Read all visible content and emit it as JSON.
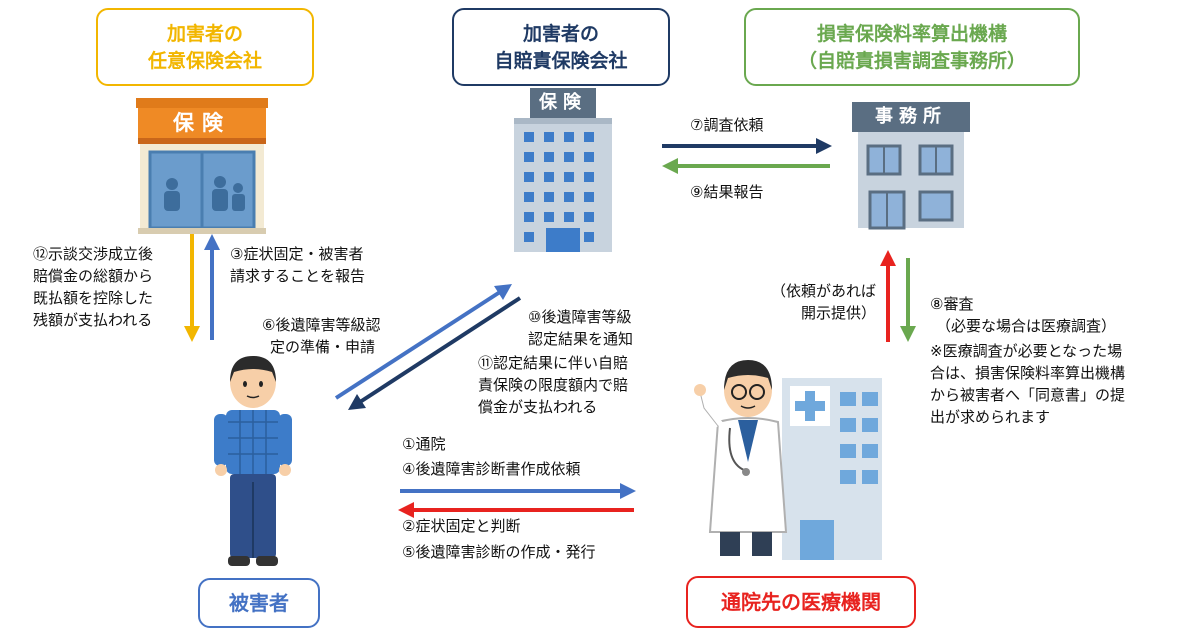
{
  "parties": {
    "voluntary_insurer": {
      "line1": "加害者の",
      "line2": "任意保険会社",
      "color": "#f2b600"
    },
    "compulsory_insurer": {
      "line1": "加害者の",
      "line2": "自賠責保険会社",
      "color": "#1f3a64"
    },
    "rating_org": {
      "line1": "損害保険料率算出機構",
      "line2": "（自賠責損害調査事務所）",
      "color": "#6aa84f"
    },
    "victim": {
      "label": "被害者",
      "color": "#4472c4"
    },
    "hospital": {
      "label": "通院先の医療機関",
      "color": "#e8231f"
    }
  },
  "building_signs": {
    "insurance": "保険",
    "office": "事務所"
  },
  "steps": {
    "s7": "⑦調査依頼",
    "s9": "⑨結果報告",
    "s12": [
      "⑫示談交渉成立後",
      "賠償金の総額から",
      "既払額を控除した",
      "残額が支払われる"
    ],
    "s3": [
      "③症状固定・被害者",
      "請求することを報告"
    ],
    "s6": [
      "⑥後遺障害等級認",
      "定の準備・申請"
    ],
    "s10": [
      "⑩後遺障害等級",
      "認定結果を通知"
    ],
    "s11": [
      "⑪認定結果に伴い自賠",
      "責保険の限度額内で賠",
      "償金が支払われる"
    ],
    "disclosure": [
      "（依頼があれば",
      "開示提供）"
    ],
    "s8": [
      "⑧審査",
      "（必要な場合は医療調査）"
    ],
    "note": [
      "※医療調査が必要となった場",
      "合は、損害保険料率算出機構",
      "から被害者へ「同意書」の提",
      "出が求められます"
    ],
    "s1": "①通院",
    "s4": "④後遺障害診断書作成依頼",
    "s2": "②症状固定と判断",
    "s5": "⑤後遺障害診断の作成・発行"
  },
  "arrow_colors": {
    "navy": "#1f3a64",
    "blue": "#4472c4",
    "green": "#6aa84f",
    "red": "#e8231f",
    "yellow": "#f2b600"
  }
}
